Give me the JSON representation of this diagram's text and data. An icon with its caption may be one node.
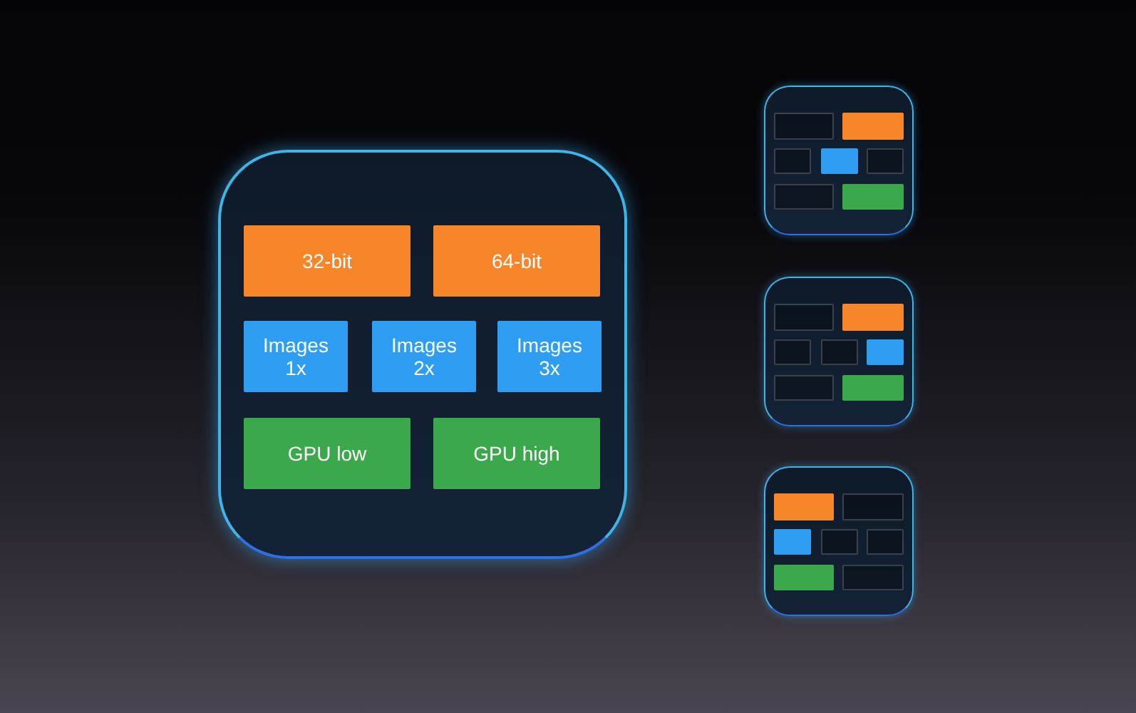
{
  "diagram": {
    "nodes": [
      {
        "text": [],
        "shape": "box"
      },
      {
        "text": [
          "32-bit"
        ],
        "in": 0
      },
      {
        "text": [
          "64-bit"
        ],
        "in": 0
      },
      {
        "text": [
          "Images 1x"
        ],
        "in": 0
      },
      {
        "text": [
          "Images 2x"
        ],
        "in": 0
      },
      {
        "text": [
          "Images 3x"
        ],
        "in": 0
      },
      {
        "text": [
          "GPU low"
        ],
        "in": 0
      },
      {
        "text": [
          "GPU high"
        ],
        "in": 0
      },
      {
        "text": [],
        "shape": "box"
      },
      {
        "text": [],
        "shape": "box",
        "in": 8
      },
      {
        "text": [],
        "shape": "box",
        "in": 8
      },
      {
        "text": [],
        "shape": "box",
        "in": 8
      },
      {
        "text": [],
        "shape": "box",
        "in": 8
      },
      {
        "text": [],
        "shape": "box",
        "in": 8
      },
      {
        "text": [],
        "shape": "box",
        "in": 8
      },
      {
        "text": [],
        "shape": "box",
        "in": 8
      },
      {
        "text": [],
        "shape": "box"
      },
      {
        "text": [],
        "shape": "box",
        "in": 16
      },
      {
        "text": [],
        "shape": "box",
        "in": 16
      },
      {
        "text": [],
        "shape": "box",
        "in": 16
      },
      {
        "text": [],
        "shape": "box",
        "in": 16
      },
      {
        "text": [],
        "shape": "box",
        "in": 16
      },
      {
        "text": [],
        "shape": "box",
        "in": 16
      },
      {
        "text": [],
        "shape": "box",
        "in": 16
      },
      {
        "text": [],
        "shape": "box"
      },
      {
        "text": [],
        "shape": "box",
        "in": 24
      },
      {
        "text": [],
        "shape": "box",
        "in": 24
      },
      {
        "text": [],
        "shape": "box",
        "in": 24
      },
      {
        "text": [],
        "shape": "box",
        "in": 24
      },
      {
        "text": [],
        "shape": "box",
        "in": 24
      },
      {
        "text": [],
        "shape": "box",
        "in": 24
      },
      {
        "text": [],
        "shape": "box",
        "in": 24
      }
    ],
    "edges": []
  }
}
